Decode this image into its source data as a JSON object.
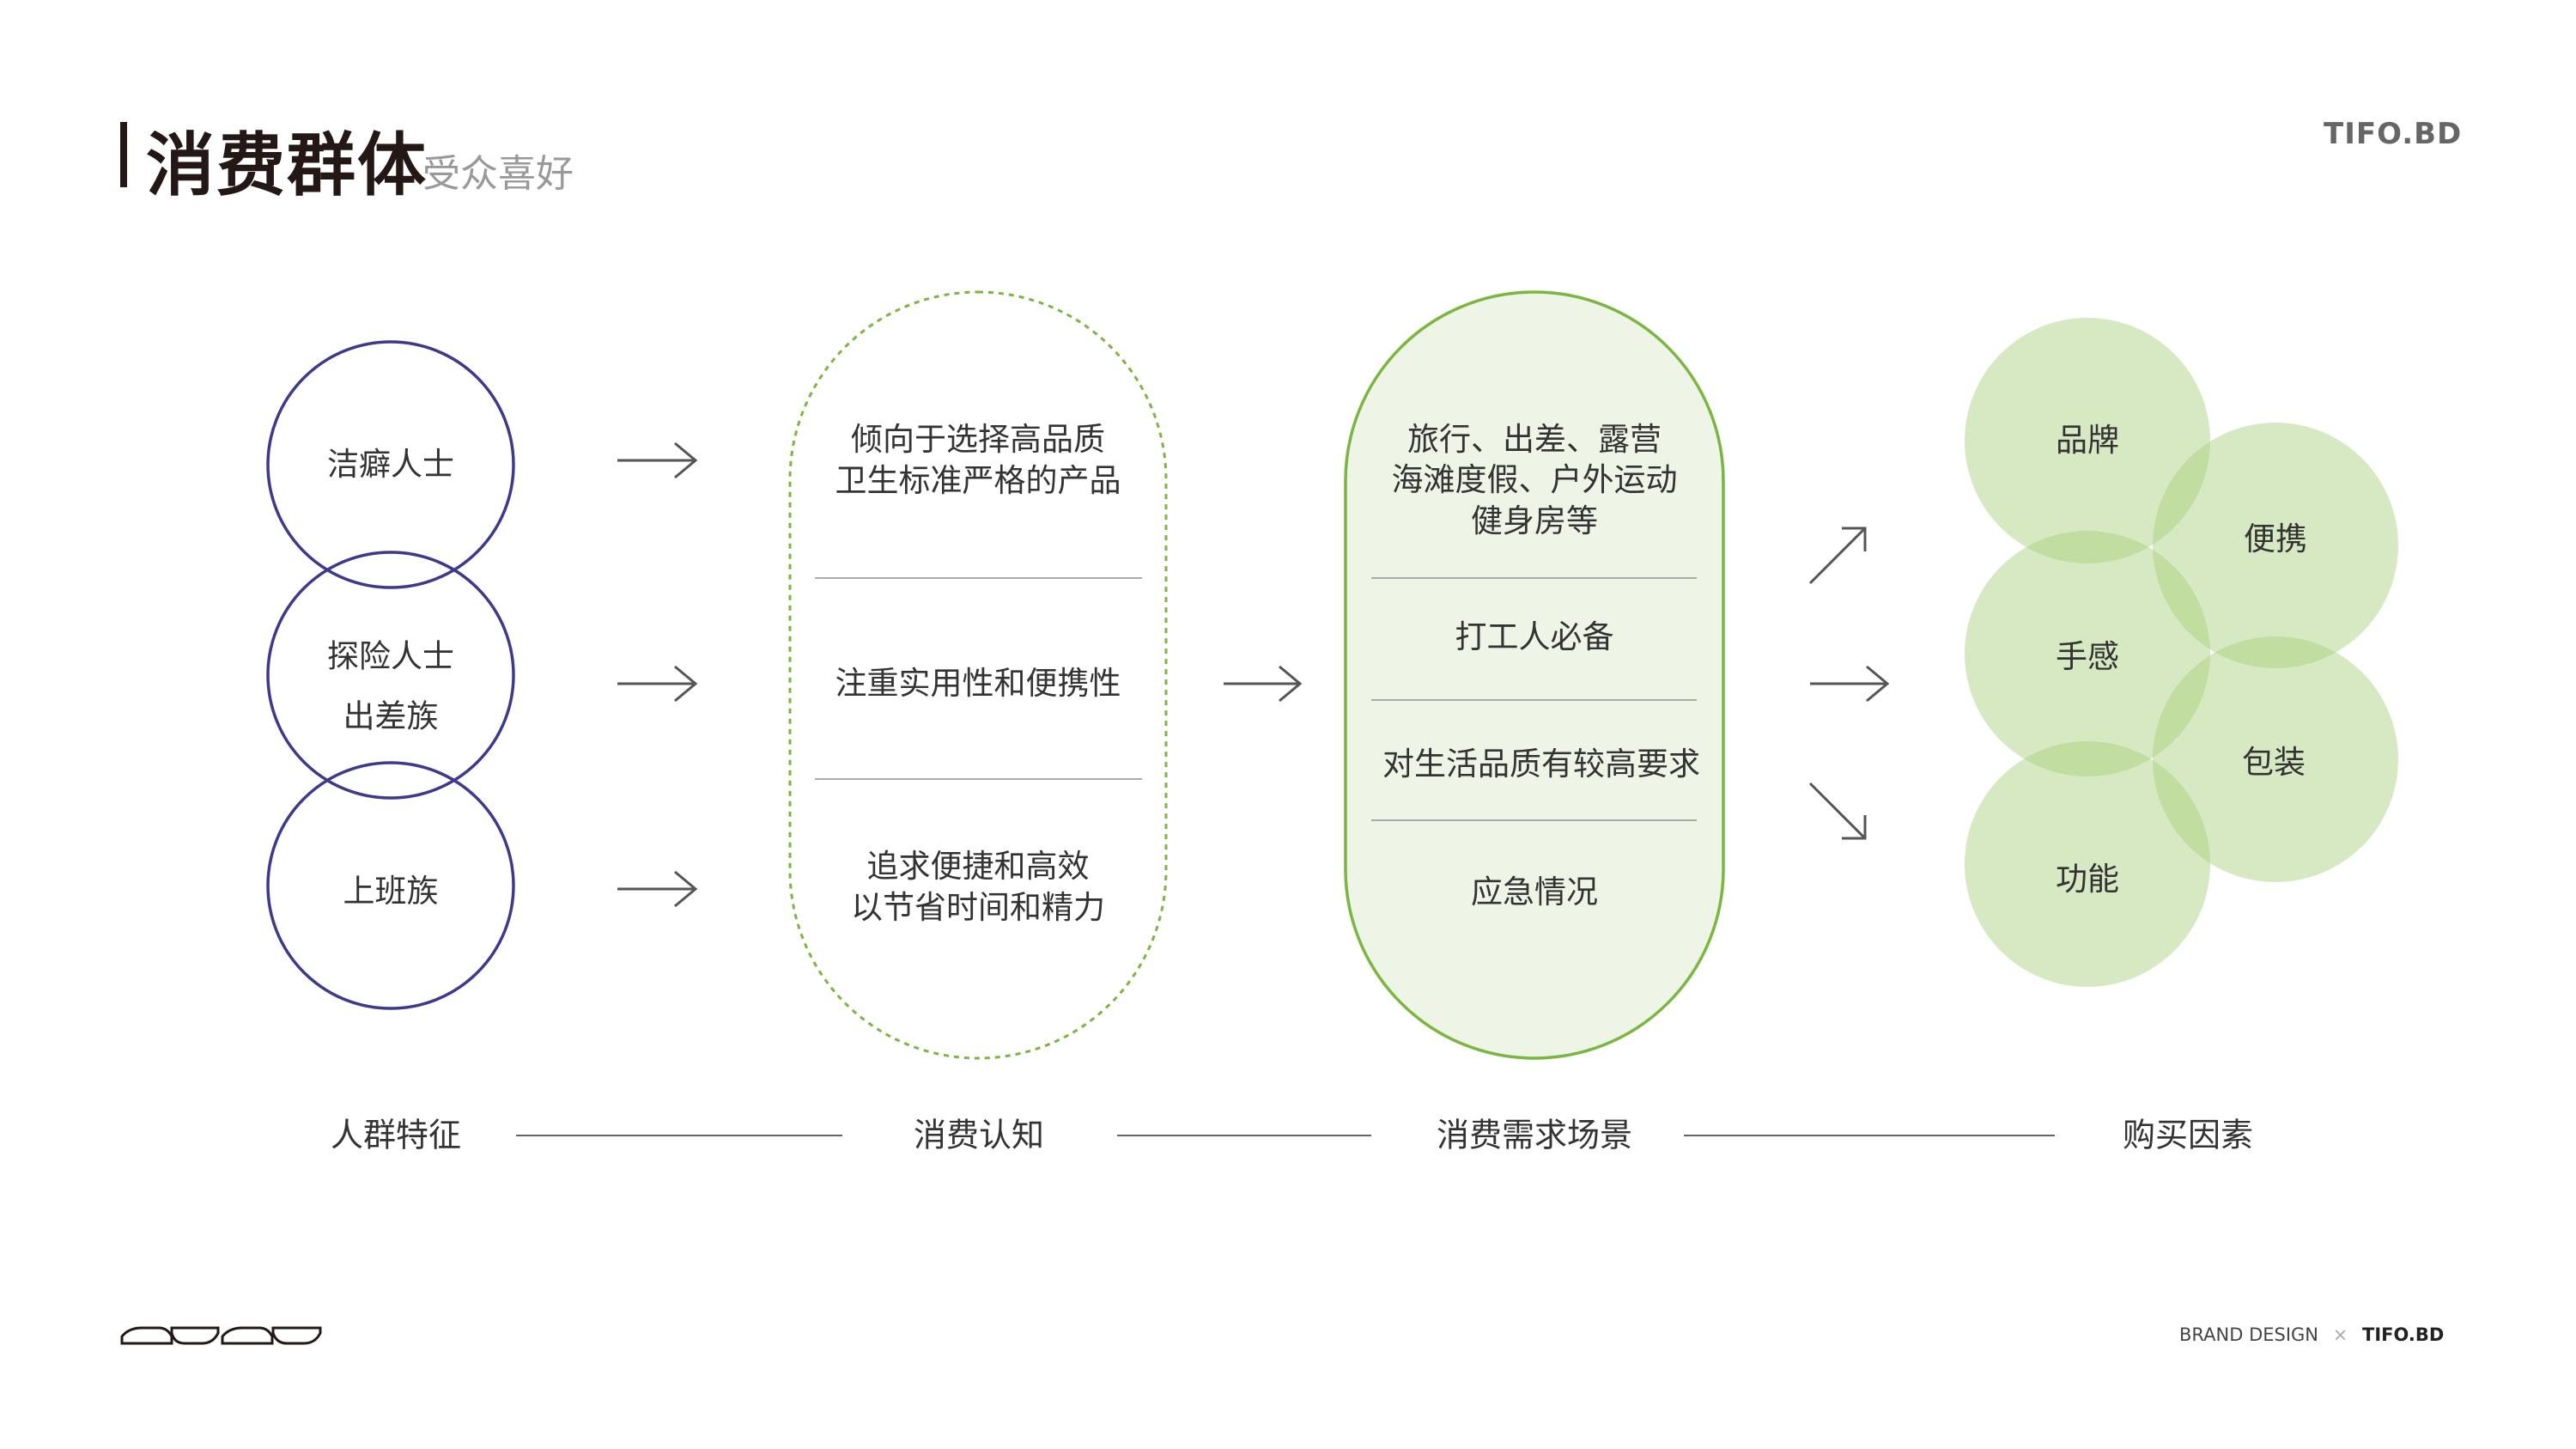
{
  "header": {
    "title": "消费群体",
    "subtitle": "受众喜好",
    "logo": "TIFO.BD"
  },
  "groups": [
    {
      "label": "洁癖人士"
    },
    {
      "label": "探险人士\n出差族"
    },
    {
      "label": "上班族"
    }
  ],
  "cognition": [
    {
      "text": "倾向于选择高品质\n卫生标准严格的产品"
    },
    {
      "text": "注重实用性和便携性"
    },
    {
      "text": "追求便捷和高效\n以节省时间和精力"
    }
  ],
  "scenarios": [
    {
      "text": "旅行、出差、露营\n海滩度假、户外运动\n健身房等"
    },
    {
      "text": "打工人必备"
    },
    {
      "text": "对生活品质有较高要求"
    },
    {
      "text": "应急情况"
    }
  ],
  "factors": [
    {
      "label": "品牌"
    },
    {
      "label": "便携"
    },
    {
      "label": "手感"
    },
    {
      "label": "包装"
    },
    {
      "label": "功能"
    }
  ],
  "stages": [
    "人群特征",
    "消费认知",
    "消费需求场景",
    "购买因素"
  ],
  "footer": {
    "brand": "BRAND DESIGN",
    "separator": "×",
    "logo": "TIFO.BD"
  },
  "colors": {
    "purple": "#3d3a8c",
    "green": "#7ab640",
    "green_fill": "#eef5e6",
    "factor_fill": "#cfe4b8"
  }
}
